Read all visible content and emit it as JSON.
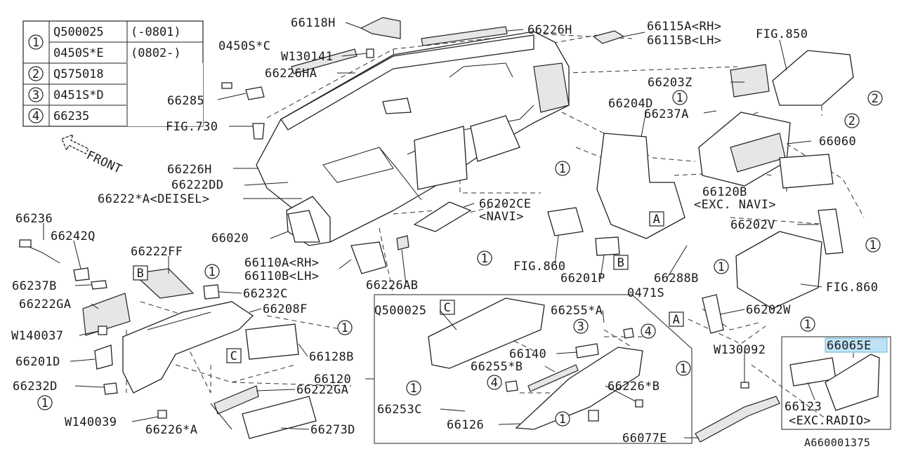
{
  "diagram": {
    "catalog_id": "A660001375",
    "front_label": "FRONT",
    "highlight_color": "#bfe3f5"
  },
  "legend": {
    "rows": [
      {
        "marker": "1",
        "part": "Q500025",
        "note": "(-0801)"
      },
      {
        "marker": "",
        "part": "0450S*E",
        "note": "(0802-)"
      },
      {
        "marker": "2",
        "part": "Q575018",
        "note": ""
      },
      {
        "marker": "3",
        "part": "0451S*D",
        "note": ""
      },
      {
        "marker": "4",
        "part": "66235",
        "note": ""
      }
    ]
  },
  "labels": {
    "p66118H": "66118H",
    "p66226H_top": "66226H",
    "p66115A": "66115A<RH>",
    "p66115B": "66115B<LH>",
    "p0450SC": "0450S*C",
    "pW130141": "W130141",
    "p66226HA": "66226HA",
    "p66285": "66285",
    "pFIG730": "FIG.730",
    "pFIG850": "FIG.850",
    "p66203Z": "66203Z",
    "p66204D": "66204D",
    "p66237A": "66237A",
    "p66060": "66060",
    "p66226H_left": "66226H",
    "p66222DD": "66222DD",
    "p66222A": "66222*A<DEISEL>",
    "p66202CE": "66202CE",
    "pNAVI": "<NAVI>",
    "p66120B": "66120B",
    "pEXCNAVI": "<EXC. NAVI>",
    "p66236": "66236",
    "p66242Q": "66242Q",
    "p66020": "66020",
    "p66202V": "66202V",
    "p66222FF": "66222FF",
    "p66110A": "66110A<RH>",
    "p66110B": "66110B<LH>",
    "pFIG860a": "FIG.860",
    "p66237B": "66237B",
    "p66232C": "66232C",
    "p66226AB": "66226AB",
    "p66201P": "66201P",
    "p66288B": "66288B",
    "pFIG860b": "FIG.860",
    "p0471S": "0471S",
    "p66222GA_l": "66222GA",
    "p66208F": "66208F",
    "pQ500025": "Q500025",
    "p66255A": "66255*A",
    "p66202W": "66202W",
    "pW140037": "W140037",
    "p66128B": "66128B",
    "p66201D": "66201D",
    "p66140": "66140",
    "pW130092": "W130092",
    "p66065E": "66065E",
    "p66255B": "66255*B",
    "p66232D": "66232D",
    "p66120": "66120",
    "p66226B": "66226*B",
    "p66222GA_b": "66222GA",
    "p66253C": "66253C",
    "p66123": "66123",
    "pW140039": "W140039",
    "p66126": "66126",
    "pEXCRADIO": "<EXC.RADIO>",
    "p66226A": "66226*A",
    "p66273D": "66273D",
    "p66077E": "66077E"
  },
  "callouts": {
    "one": "1",
    "two": "2",
    "three": "3",
    "four": "4",
    "A": "A",
    "B": "B",
    "C": "C"
  }
}
